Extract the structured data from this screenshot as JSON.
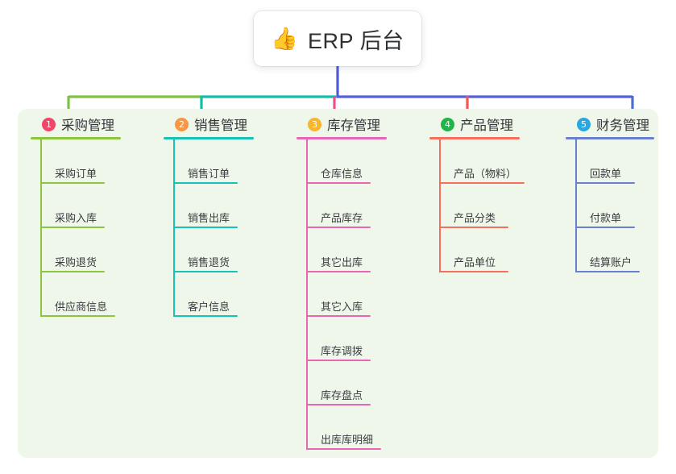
{
  "root": {
    "icon": "thumbs-up-icon",
    "emoji": "👍",
    "title": "ERP 后台"
  },
  "palette": {
    "page_background": "#ffffff",
    "panel_background": "#eef7e9",
    "text": "#35373b",
    "trunk_blue": "#4f5bd5",
    "bar_green": "#7ec242",
    "bar_teal": "#11bfa8",
    "bar_blue": "#5560d6",
    "stub_green": "#7ec242",
    "stub_teal": "#11bfa8",
    "stub_pink": "#ef4d8e",
    "stub_red": "#f2564f",
    "stub_blue": "#4a6fd1"
  },
  "columns": [
    {
      "index": "1",
      "badge_color": "#f2456a",
      "line_color": "#8cc63f",
      "label": "采购管理",
      "head_rule_width": 112,
      "items": [
        {
          "label": "采购订单",
          "rule_width": 80
        },
        {
          "label": "采购入库",
          "rule_width": 80
        },
        {
          "label": "采购退货",
          "rule_width": 80
        },
        {
          "label": "供应商信息",
          "rule_width": 93
        }
      ]
    },
    {
      "index": "2",
      "badge_color": "#f79646",
      "line_color": "#18c2b4",
      "label": "销售管理",
      "head_rule_width": 112,
      "items": [
        {
          "label": "销售订单",
          "rule_width": 80
        },
        {
          "label": "销售出库",
          "rule_width": 80
        },
        {
          "label": "销售退货",
          "rule_width": 80
        },
        {
          "label": "客户信息",
          "rule_width": 80
        }
      ]
    },
    {
      "index": "3",
      "badge_color": "#f8b62d",
      "line_color": "#e866b4",
      "label": "库存管理",
      "head_rule_width": 112,
      "items": [
        {
          "label": "仓库信息",
          "rule_width": 80
        },
        {
          "label": "产品库存",
          "rule_width": 80
        },
        {
          "label": "其它出库",
          "rule_width": 80
        },
        {
          "label": "其它入库",
          "rule_width": 80
        },
        {
          "label": "库存调拨",
          "rule_width": 80
        },
        {
          "label": "库存盘点",
          "rule_width": 80
        },
        {
          "label": "出库库明细",
          "rule_width": 93
        }
      ]
    },
    {
      "index": "4",
      "badge_color": "#22b34a",
      "line_color": "#f76d5e",
      "label": "产品管理",
      "head_rule_width": 112,
      "items": [
        {
          "label": "产品（物料）",
          "rule_width": 106
        },
        {
          "label": "产品分类",
          "rule_width": 86
        },
        {
          "label": "产品单位",
          "rule_width": 86
        }
      ]
    },
    {
      "index": "5",
      "badge_color": "#29a8e0",
      "line_color": "#6a7fd0",
      "label": "财务管理",
      "head_rule_width": 110,
      "items": [
        {
          "label": "回款单",
          "rule_width": 74
        },
        {
          "label": "付款单",
          "rule_width": 74
        },
        {
          "label": "结算账户",
          "rule_width": 80
        }
      ]
    }
  ]
}
